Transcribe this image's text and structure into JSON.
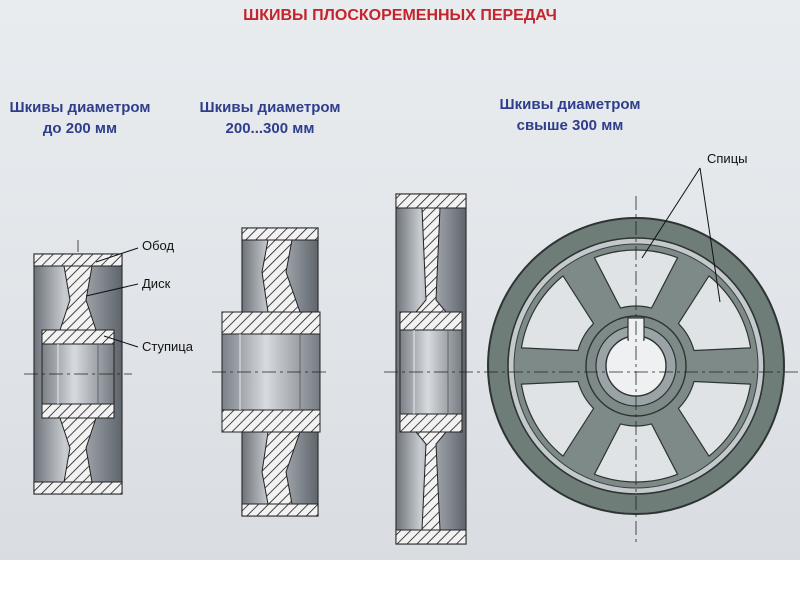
{
  "title": "ШКИВЫ ПЛОСКОРЕМЕННЫХ ПЕРЕДАЧ",
  "captions": {
    "small": {
      "line1": "Шкивы диаметром",
      "line2": "до 200 мм"
    },
    "medium": {
      "line1": "Шкивы диаметром",
      "line2": "200...300 мм"
    },
    "large": {
      "line1": "Шкивы диаметром",
      "line2": "свыше 300 мм"
    }
  },
  "labels": {
    "rim": "Обод",
    "disk": "Диск",
    "hub": "Ступица",
    "spokes": "Спицы"
  },
  "colors": {
    "title": "#c4242c",
    "caption": "#2f3e8c",
    "metal": "#8d939a",
    "metal_dark": "#5c6269",
    "hatch": "#1a1a1a",
    "wheel_rim": "#6e7e7a"
  },
  "wheel": {
    "spoke_count": 6
  }
}
